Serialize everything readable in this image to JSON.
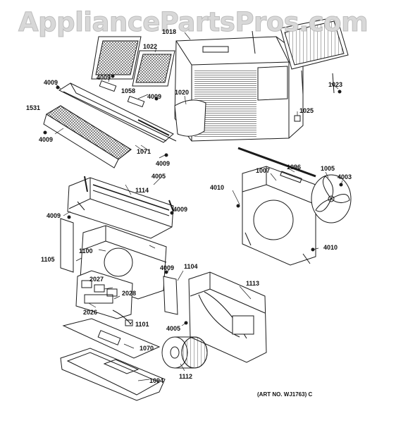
{
  "watermark": "AppliancePartsPros.com",
  "art_number": "(ART NO. WJ1763) C",
  "part_labels": {
    "p1018": "1018",
    "p1022": "1022",
    "p1023": "1023",
    "p1025": "1025",
    "p1020": "1020",
    "p1058": "1058",
    "p1531": "1531",
    "p1071": "1071",
    "p4009a": "4009",
    "p4009b": "4009",
    "p4009c": "4009",
    "p4009d": "4009",
    "p4009e": "4009",
    "p4009f": "4009",
    "p4009g": "4009",
    "p4009h": "4009",
    "p4005a": "4005",
    "p4005b": "4005",
    "p1114": "1114",
    "p1105": "1105",
    "p1100": "1100",
    "p1104": "1104",
    "p2027": "2027",
    "p2028": "2028",
    "p2026": "2026",
    "p1101": "1101",
    "p1070": "1070",
    "p1094": "1094",
    "p1113": "1113",
    "p1112": "1112",
    "p1007": "1007",
    "p1096": "1096",
    "p1005": "1005",
    "p4003": "4003",
    "p4010a": "4010",
    "p4010b": "4010"
  }
}
